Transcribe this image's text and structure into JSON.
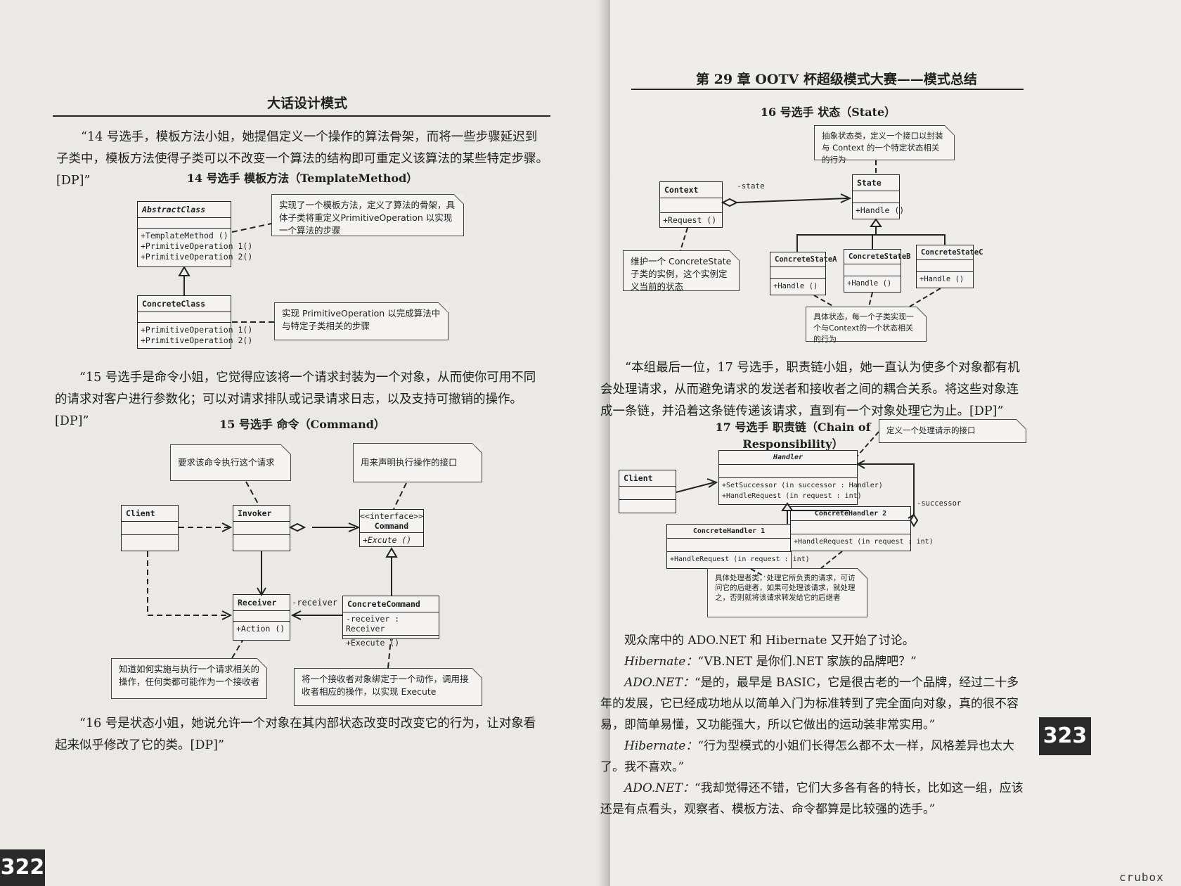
{
  "left": {
    "header": "大话设计模式",
    "p14": "“14 号选手，模板方法小姐，她提倡定义一个操作的算法骨架，而将一些步骤延迟到子类中，模板方法使得子类可以不改变一个算法的结构即可重定义该算法的某些特定步骤。[DP]”",
    "t14": "14 号选手  模板方法（TemplateMethod）",
    "abstract": {
      "name": "AbstractClass",
      "ops": "+TemplateMethod ()\n+PrimitiveOperation 1()\n+PrimitiveOperation 2()"
    },
    "concrete": {
      "name": "ConcreteClass",
      "ops": "+PrimitiveOperation 1()\n+PrimitiveOperation 2()"
    },
    "note14a": "实现了一个模板方法，定义了算法的骨架，具体子类将重定义PrimitiveOperation 以实现一个算法的步骤",
    "note14b": "实现 PrimitiveOperation 以完成算法中与特定子类相关的步骤",
    "p15": "“15 号选手是命令小姐，它觉得应该将一个请求封装为一个对象，从而使你可用不同的请求对客户进行参数化；可以对请求排队或记录请求日志，以及支持可撤销的操作。[DP]”",
    "t15": "15 号选手  命令（Command）",
    "note15a": "要求该命令执行这个请求",
    "note15b": "用来声明执行操作的接口",
    "client": "Client",
    "invoker": "Invoker",
    "command": {
      "stereo": "<<interface>>",
      "name": "Command",
      "op": "+Excute ()"
    },
    "receiver": {
      "name": "Receiver",
      "op": "+Action ()"
    },
    "receiver_label": "-receiver",
    "concmd": {
      "name": "ConcreteCommand",
      "attr": "-receiver : Receiver",
      "op": "+Execute ()"
    },
    "note15c": "知道如何实施与执行一个请求相关的操作，任何类都可能作为一个接收者",
    "note15d": "将一个接收者对象绑定于一个动作，调用接收者相应的操作，以实现 Execute",
    "p16": "“16 号是状态小姐，她说允许一个对象在其内部状态改变时改变它的行为，让对象看起来似乎修改了它的类。[DP]”",
    "page_number": "322"
  },
  "right": {
    "header": "第 29 章    OOTV 杯超级模式大赛——模式总结",
    "t16": "16 号选手  状态（State）",
    "note16a": "抽象状态类，定义一个接口以封装与 Context 的一个特定状态相关的行为",
    "context": {
      "name": "Context",
      "op": "+Request ()"
    },
    "state_label": "-state",
    "state": {
      "name": "State",
      "op": "+Handle ()"
    },
    "csa": {
      "name": "ConcreteStateA",
      "op": "+Handle ()"
    },
    "csb": {
      "name": "ConcreteStateB",
      "op": "+Handle ()"
    },
    "csc": {
      "name": "ConcreteStateC",
      "op": "+Handle ()"
    },
    "note16b": "维护一个 ConcreteState 子类的实例，这个实例定义当前的状态",
    "note16c": "具体状态，每一个子类实现一个与Context的一个状态相关的行为",
    "p17": "“本组最后一位，17 号选手，职责链小姐，她一直认为使多个对象都有机会处理请求，从而避免请求的发送者和接收者之间的耦合关系。将这些对象连成一条链，并沿着这条链传递该请求，直到有一个对象处理它为止。[DP]”",
    "t17": "17 号选手  职责链（Chain of Responsibility）",
    "note17a": "定义一个处理请示的接口",
    "client": "Client",
    "handler": {
      "name": "Handler",
      "ops": "+SetSuccessor (in successor : Handler)\n+HandleRequest (in request : int)"
    },
    "successor_label": "-successor",
    "ch1": {
      "name": "ConcreteHandler 1",
      "op": "+HandleRequest (in request : int)"
    },
    "ch2": {
      "name": "ConcreteHandler 2",
      "op": "+HandleRequest (in request : int)"
    },
    "note17b": "具体处理者类，处理它所负责的请求，可访问它的后继者，如果可处理该请求，就处理之，否则就将该请求转发给它的后继者",
    "dialog": [
      {
        "speaker": "",
        "text": "观众席中的 ADO.NET 和 Hibernate 又开始了讨论。"
      },
      {
        "speaker": "Hibernate：",
        "text": "“VB.NET 是你们.NET 家族的品牌吧？”"
      },
      {
        "speaker": "ADO.NET：",
        "text": "“是的，最早是 BASIC，它是很古老的一个品牌，经过二十多年的发展，它已经成功地从以简单入门为标准转到了完全面向对象，真的很不容易，即简单易懂，又功能强大，所以它做出的运动装非常实用。”"
      },
      {
        "speaker": "Hibernate：",
        "text": "“行为型模式的小姐们长得怎么都不太一样，风格差异也太大了。我不喜欢。”"
      },
      {
        "speaker": "ADO.NET：",
        "text": "“我却觉得还不错，它们大多各有各的特长，比如这一组，应该还是有点看头，观察者、模板方法、命令都算是比较强的选手。”"
      }
    ],
    "page_number": "323"
  },
  "watermark": "crubox"
}
